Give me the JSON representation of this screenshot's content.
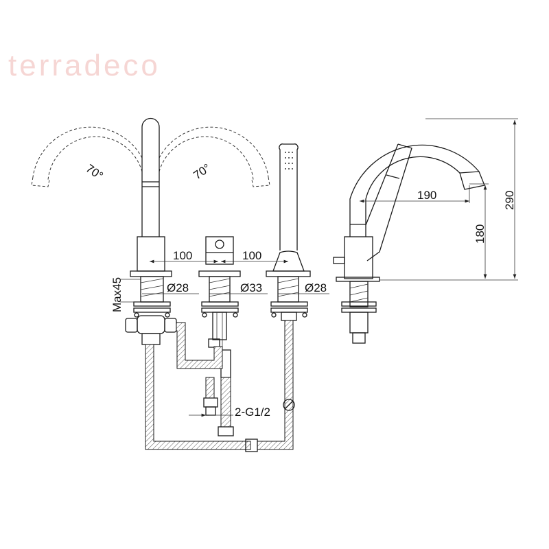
{
  "watermark": "terradeco",
  "dimensions": {
    "spacing_left": "100",
    "spacing_right": "100",
    "diameter_spout": "Ø28",
    "diameter_mixer": "Ø33",
    "diameter_shower": "Ø28",
    "max_deck": "Max45",
    "swivel_left": "70°",
    "swivel_right": "70°",
    "connection": "2-G1/2",
    "reach": "190",
    "spout_height": "180",
    "total_height": "290"
  }
}
